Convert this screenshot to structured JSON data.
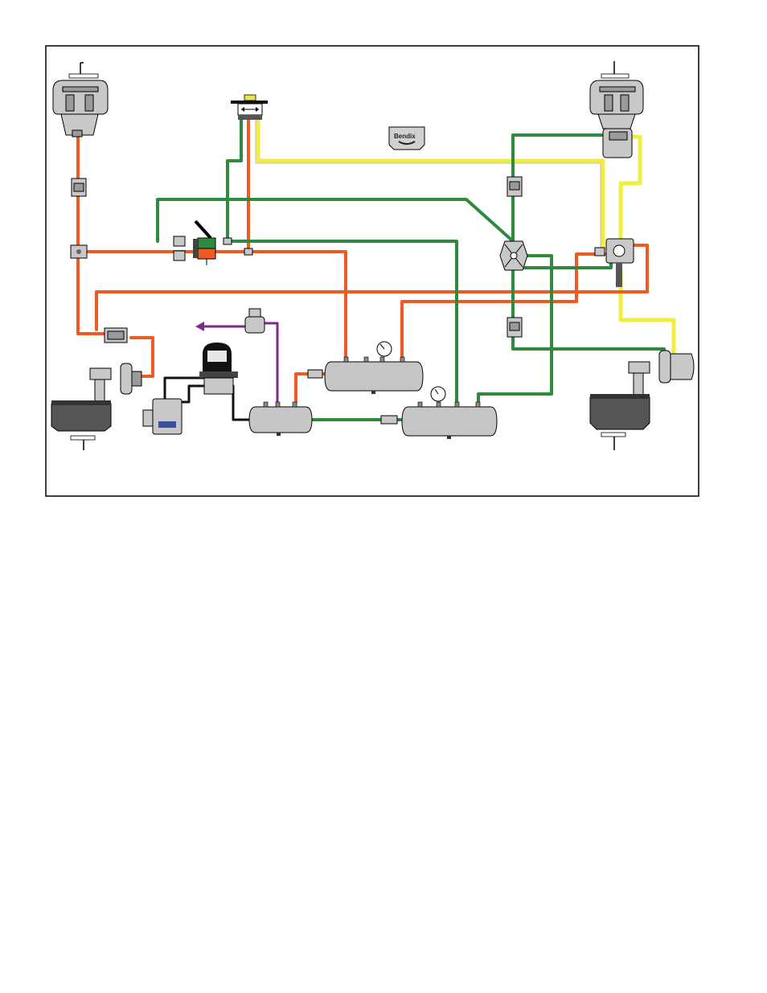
{
  "diagram": {
    "logo_text": "Bendix",
    "colors": {
      "primary_line": "#2e8b3e",
      "secondary_line": "#ee5a24",
      "parking_line": "#f0ef40",
      "supply_line": "#7b2a8e",
      "compressor_line": "#111111",
      "component": "#c8c8c8",
      "dash_valve_top": "#2e8b3e",
      "dash_valve_bottom": "#ee5a24"
    },
    "components": [
      "front-left-brake-chamber-assembly",
      "front-right-brake-chamber-assembly",
      "rear-left-brake-chamber-assembly",
      "rear-right-brake-chamber-assembly",
      "dash-park-control-valve",
      "brake-foot-valve",
      "bendix-logo",
      "relay-valve",
      "spring-brake-valve",
      "air-dryer",
      "compressor",
      "supply-reservoir",
      "secondary-reservoir",
      "primary-reservoir",
      "pressure-protection-valve",
      "pressure-gauge-secondary",
      "pressure-gauge-primary"
    ]
  }
}
